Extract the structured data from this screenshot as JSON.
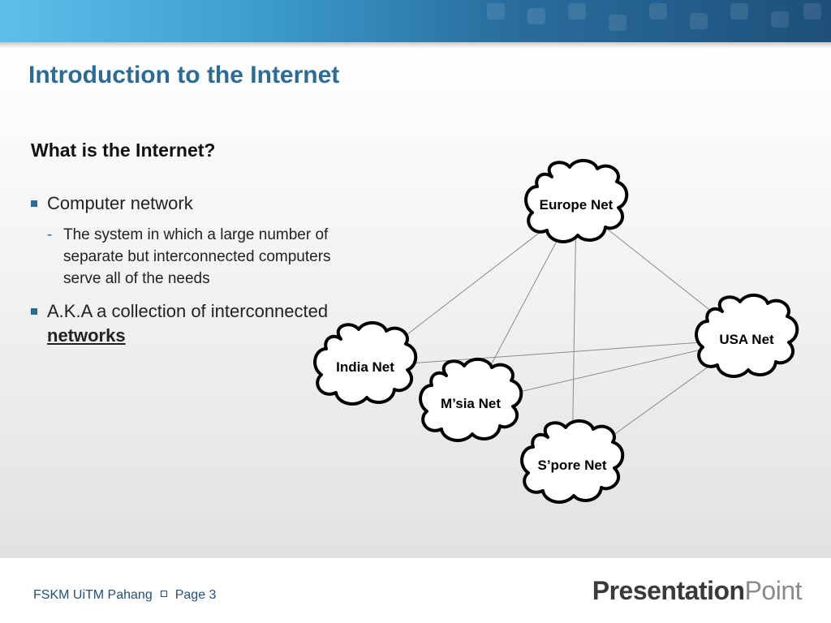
{
  "header": {
    "colors": {
      "band_start": "#5cc0ea",
      "band_end": "#1d4f7a",
      "title": "#2b6b98"
    }
  },
  "slide": {
    "title": "Introduction to the Internet",
    "subheading": "What is the Internet?",
    "bullets": [
      {
        "text": "Computer network",
        "sub": "The system in which a large number of separate but interconnected computers serve all of the needs"
      },
      {
        "text_prefix": "A.K.A a collection of interconnected ",
        "emphasis": "networks"
      }
    ]
  },
  "diagram": {
    "nodes": [
      {
        "id": "europe",
        "label": "Europe Net"
      },
      {
        "id": "usa",
        "label": "USA Net"
      },
      {
        "id": "india",
        "label": "India Net"
      },
      {
        "id": "msia",
        "label": "M’sia Net"
      },
      {
        "id": "spore",
        "label": "S’pore Net"
      }
    ],
    "edges": [
      [
        "europe",
        "india"
      ],
      [
        "europe",
        "msia"
      ],
      [
        "europe",
        "spore"
      ],
      [
        "europe",
        "usa"
      ],
      [
        "india",
        "usa"
      ],
      [
        "msia",
        "usa"
      ],
      [
        "spore",
        "usa"
      ]
    ]
  },
  "footer": {
    "source": "FSKM UiTM Pahang",
    "page": "Page 3",
    "brand_bold": "Presentation",
    "brand_light": "Point"
  }
}
